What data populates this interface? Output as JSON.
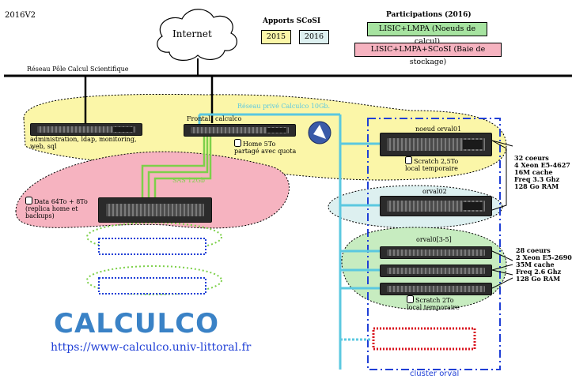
{
  "version": "2016V2",
  "internet_label": "Internet",
  "apports": {
    "title": "Apports SCoSI",
    "y2015": "2015",
    "y2016": "2016"
  },
  "participations": {
    "title": "Participations (2016)",
    "compute": "LISIC+LMPA (Noeuds de calcul)",
    "storage": "LISIC+LMPA+SCoSI (Baie de stockage)"
  },
  "network_label": "Réseau Pôle Calcul Scientifique",
  "private_network_label": "Réseau privé Calculco 10Gb.",
  "admin_label": "administration, ldap, monitoring, web, sql",
  "frontal_label": "Frontal",
  "calculco_label": "calculco",
  "home_label": "Home 5To partagé avec quota",
  "sas_label": "SAS 12Gb",
  "data_label": "Data 64To + 8To (replica home et backups)",
  "orval01": {
    "title": "noeud orval01",
    "scratch": "Scratch 2,5To local temporaire"
  },
  "orval02": {
    "title": "orval02"
  },
  "orval35": {
    "title": "orval0[3-5]",
    "scratch": "Scratch 2To local temporaire"
  },
  "specs_a": [
    "32 coeurs",
    "4 Xeon E5-4627",
    "16M cache",
    "Freq 3.3 Ghz",
    "128 Go RAM"
  ],
  "specs_b": [
    "28 coeurs",
    "2 Xeon E5-2690",
    "35M cache",
    "Freq 2.6 Ghz",
    "128 Go RAM"
  ],
  "cluster_label": "cluster orval",
  "logo_text": "CALCULCO",
  "url": "https://www-calculco.univ-littoral.fr",
  "colors": {
    "yellow": "#fbf6a8",
    "pink": "#f6b3c0",
    "green": "#c7ecc0",
    "lightblue": "#ddf0f0",
    "cyan": "#5bc8e0",
    "blue": "#1f3fd6",
    "red": "#d9141f",
    "logo": "#3a82c6"
  }
}
